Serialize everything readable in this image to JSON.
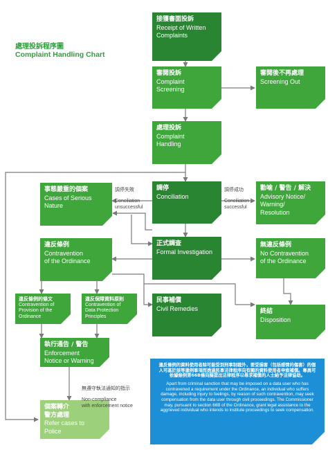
{
  "title": {
    "zh": "處理投訴程序圖",
    "en": "Complaint Handling Chart"
  },
  "boxes": {
    "receipt": {
      "zh": "接獲書面投訴",
      "en": "Receipt of Written\nComplaints"
    },
    "screening": {
      "zh": "審閱投訴",
      "en": "Complaint\nScreening"
    },
    "screening_out": {
      "zh": "審閱後不再處理",
      "en": "Screening Out"
    },
    "handling": {
      "zh": "處理投訴",
      "en": "Complaint\nHandling"
    },
    "serious": {
      "zh": "事態嚴重的個案",
      "en": "Cases of Serious\nNature"
    },
    "conciliation": {
      "zh": "調停",
      "en": "Conciliation"
    },
    "advisory": {
      "zh": "勸喻 / 警告 / 解決",
      "en": "Advisory Notice/\nWarning/\nResolution"
    },
    "formal": {
      "zh": "正式調查",
      "en": "Formal Investigation"
    },
    "contravention": {
      "zh": "違反條例",
      "en": "Contravention\nof the Ordinance"
    },
    "no_contravention": {
      "zh": "無違反條例",
      "en": "No Contravention\nof the Ordinance"
    },
    "provision": {
      "zh": "違反條例的條文",
      "en": "Contravention of\nProvision of the\nOrdinance"
    },
    "principles": {
      "zh": "違反保障資料原則",
      "en": "Contravention of\nData Protection\nPrinciples"
    },
    "civil": {
      "zh": "民事補償",
      "en": "Civil Remedies"
    },
    "disposition": {
      "zh": "終結",
      "en": "Disposition"
    },
    "enforcement": {
      "zh": "執行通告 / 警告",
      "en": "Enforcement\nNotice or Warning"
    },
    "police": {
      "zh": "個案轉介\n警方處理",
      "en": "Refer cases to\nPolice"
    }
  },
  "labels": {
    "unsuccessful": {
      "zh": "調停失敗",
      "en": "Conciliation\nunsuccessful"
    },
    "successful": {
      "zh": "調停成功",
      "en": "Conciliation\nsuccessful"
    },
    "non_compliance": {
      "zh": "無遵守執法通知的指示",
      "en": "Non-compliance\nwith enforcement notice"
    }
  },
  "note": {
    "zh": "違反條例的資料使用者除可能受到刑事制裁外，要受損害（包括感情的傷害）的個人可基於該等違例事項而透過民事法律程序向有關的資料使用者申索補償。專員可依據條例第66B條向擬提出法律程序以尋求補償的人士給予法律協助。",
    "en": "Apart from criminal sanction that may be imposed on a data user who has contravened a requirement under the Ordinance, an individual who suffers damage, including injury to feelings, by reason of such contravention, may seek compensation from the data user through civil proceedings. The Commissioner may, pursuant to section 66B of the Ordinance, grant legal assistance to the aggrieved individual who intends to institute proceedings to seek compensation."
  },
  "colors": {
    "dark_green": "#2a8532",
    "mid_green": "#3ea63b",
    "light_green": "#9dd07a",
    "note_blue": "#1c8fd6",
    "title_green": "#2f9e3d",
    "line_gray": "#7a7a7a"
  }
}
